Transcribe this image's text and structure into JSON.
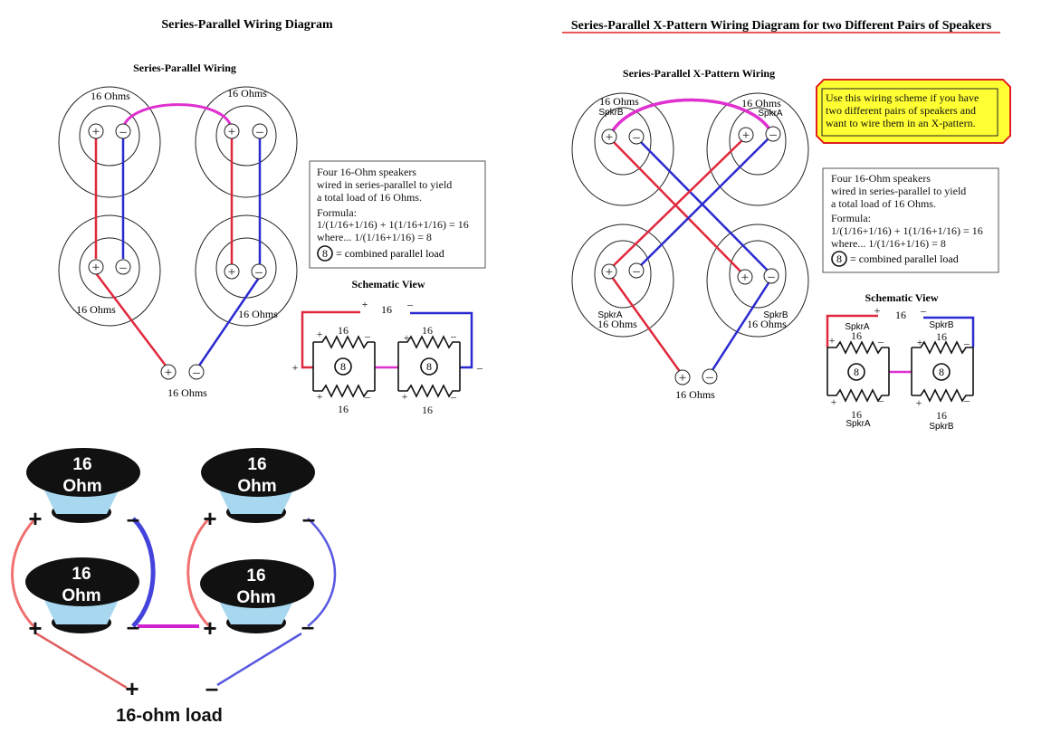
{
  "left": {
    "title": "Series-Parallel Wiring Diagram",
    "subtitle": "Series-Parallel Wiring",
    "speaker_labels": [
      "16 Ohms",
      "16 Ohms",
      "16 Ohms",
      "16 Ohms"
    ],
    "output_label": "16 Ohms",
    "info_lines": [
      "Four 16-Ohm speakers",
      "wired in series-parallel to yield",
      "a total load of 16 Ohms.",
      "Formula:",
      "1/(1/16+1/16) + 1(1/16+1/16) = 16",
      "where... 1/(1/16+1/16) = 8"
    ],
    "circled_value": "8",
    "combined_label": "= combined parallel load",
    "schematic": {
      "title": "Schematic View",
      "total": "16",
      "resistor_value": "16",
      "parallel_value": "8",
      "plus": "+",
      "minus": "–"
    }
  },
  "right": {
    "title": "Series-Parallel X-Pattern Wiring Diagram for two Different Pairs of Speakers",
    "subtitle": "Series-Parallel X-Pattern Wiring",
    "note_lines": [
      "Use this wiring scheme if you have",
      "two different pairs of speakers and",
      "want to wire them in an X-pattern."
    ],
    "speaker_tl": {
      "ohms": "16 Ohms",
      "name": "SpkrB"
    },
    "speaker_tr": {
      "ohms": "16 Ohms",
      "name": "SpkrA"
    },
    "speaker_bl": {
      "ohms": "16 Ohms",
      "name": "SpkrA"
    },
    "speaker_br": {
      "ohms": "16 Ohms",
      "name": "SpkrB"
    },
    "output_label": "16 Ohms",
    "info_lines": [
      "Four 16-Ohm speakers",
      "wired in series-parallel to yield",
      "a total load of 16 Ohms.",
      "Formula:",
      "1/(1/16+1/16) + 1(1/16+1/16) = 16",
      "where... 1/(1/16+1/16) = 8"
    ],
    "circled_value": "8",
    "combined_label": "= combined parallel load",
    "schematic": {
      "title": "Schematic View",
      "total": "16",
      "resistor_value": "16",
      "parallel_value": "8",
      "name_a": "SpkrA",
      "name_b": "SpkrB",
      "plus": "+",
      "minus": "–"
    }
  },
  "bottom": {
    "speaker_label_line1": "16",
    "speaker_label_line2": "Ohm",
    "plus": "+",
    "minus": "–",
    "load_label": "16-ohm load"
  },
  "colors": {
    "red": "#e0283c",
    "blue": "#2a2ad0",
    "magenta": "#e030d0",
    "light_red": "#f07070",
    "light_blue": "#5858e0",
    "cone": "#a8d8f0",
    "note_fill": "#ffff33",
    "note_border": "#e02020"
  }
}
